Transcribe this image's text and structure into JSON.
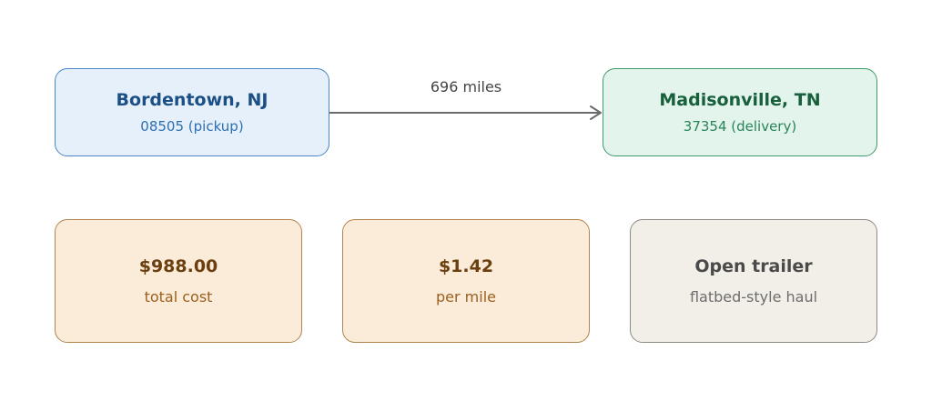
{
  "route": {
    "origin": {
      "city": "Bordentown, NJ",
      "detail": "08505 (pickup)"
    },
    "destination": {
      "city": "Madisonville, TN",
      "detail": "37354 (delivery)"
    },
    "distance": "696 miles"
  },
  "stats": {
    "total_cost": {
      "value": "$988.00",
      "label": "total cost"
    },
    "per_mile": {
      "value": "$1.42",
      "label": "per mile"
    },
    "trailer": {
      "value": "Open trailer",
      "label": "flatbed-style haul"
    }
  },
  "colors": {
    "origin_fill": "#e6f0fb",
    "destination_fill": "#e3f4ec",
    "cost_fill": "#faecd9",
    "trailer_fill": "#f2efe8",
    "arrow": "#6b6b6b"
  },
  "icons": {
    "connector": "arrow-right-icon"
  }
}
